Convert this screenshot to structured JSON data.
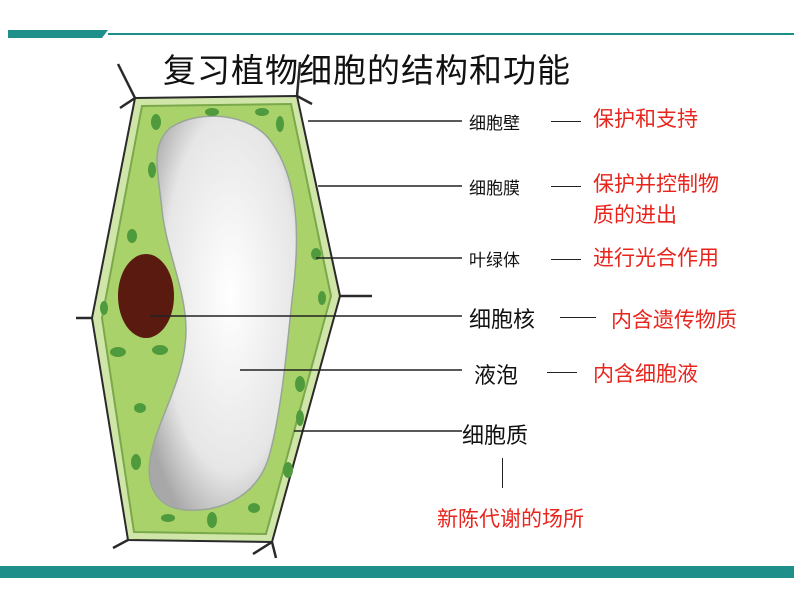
{
  "slide": {
    "title": "复习植物细胞的结构和功能",
    "colors": {
      "accent": "#1f8f8a",
      "function_text": "#e8251d",
      "cell_wall": "#cfe6a8",
      "cytoplasm": "#a9d36a",
      "chloroplast": "#4f9a3c",
      "nucleus": "#5a1a10"
    }
  },
  "labels": {
    "cell_wall": "细胞壁",
    "cell_membrane": "细胞膜",
    "chloroplast": "叶绿体",
    "nucleus": "细胞核",
    "vacuole": "液泡",
    "cytoplasm": "细胞质"
  },
  "functions": {
    "cell_wall": "保护和支持",
    "cell_membrane_line1": "保护并控制物",
    "cell_membrane_line2": "质的进出",
    "chloroplast": "进行光合作用",
    "nucleus": "内含遗传物质",
    "vacuole": "内含细胞液",
    "cytoplasm": "新陈代谢的场所"
  }
}
